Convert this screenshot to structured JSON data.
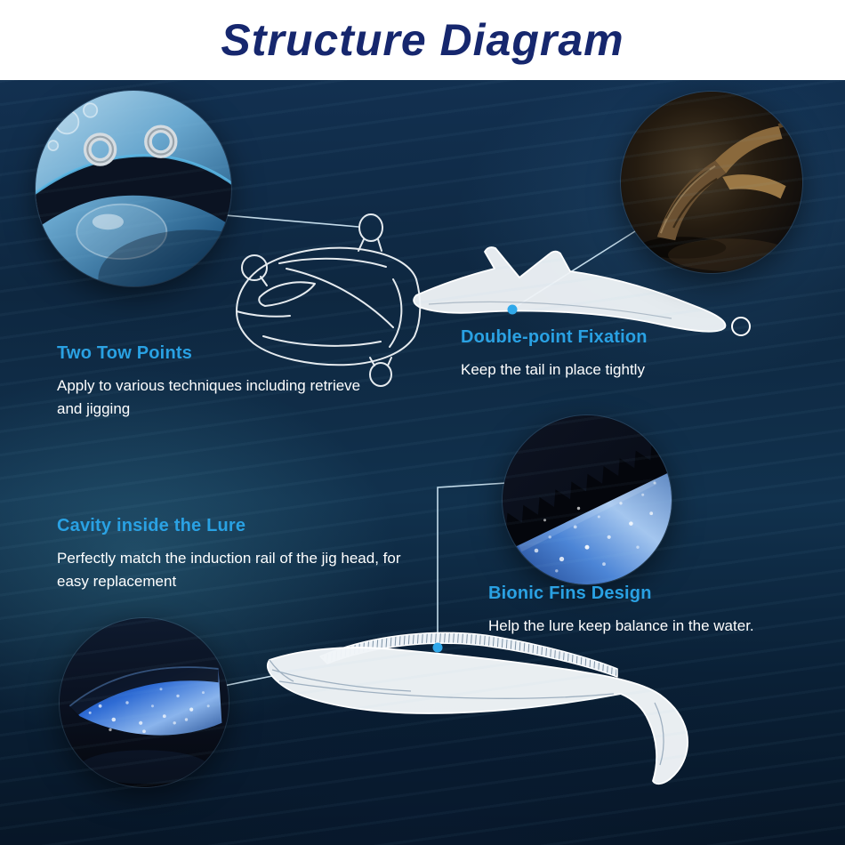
{
  "title": "Structure Diagram",
  "callouts": {
    "tow_points": {
      "heading": "Two Tow Points",
      "body": "Apply to various techniques including retrieve and jigging"
    },
    "double_point_fixation": {
      "heading": "Double-point Fixation",
      "body": "Keep the tail in place tightly"
    },
    "cavity": {
      "heading": "Cavity inside the Lure",
      "body": "Perfectly match the induction rail of the jig head, for easy replacement"
    },
    "bionic_fins": {
      "heading": "Bionic Fins Design",
      "body": "Help the lure keep balance in the water."
    }
  },
  "images": {
    "inset_1": "tow-points-closeup",
    "inset_2": "tail-fixation-closeup",
    "inset_3": "fins-texture-closeup",
    "inset_4": "cavity-closeup",
    "drawing_1": "jig-head-line-drawing",
    "drawing_2": "soft-tail-line-drawing",
    "drawing_3": "lure-body-line-drawing"
  },
  "colors": {
    "title_text": "#16276e",
    "callout_heading": "#29a1e3",
    "callout_body": "#ffffff",
    "background_deep": "#0a2036",
    "line_art": "#ffffff",
    "marker_dot": "#2fa8ea"
  }
}
